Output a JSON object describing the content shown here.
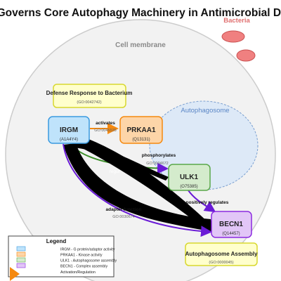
{
  "title": "IRGM Governs Core Autophagy Machinery in Antimicrobial Defense",
  "compartments": {
    "cell_membrane": "Cell membrane",
    "autophagosome": "Autophagosome",
    "bacteria": "Bacteria"
  },
  "nodes": {
    "irgm": {
      "name": "IRGM",
      "id": "(A1A4Y4)"
    },
    "prkaa1": {
      "name": "PRKAA1",
      "id": "(Q13131)"
    },
    "ulk1": {
      "name": "ULK1",
      "id": "(O75385)"
    },
    "becn1": {
      "name": "BECN1",
      "id": "(Q14457)"
    },
    "defense": {
      "name": "Defense Response to Bacterium",
      "id": "(GO:0042742)"
    },
    "assembly": {
      "name": "Autophagosome Assembly",
      "id": "(GO:0000045)"
    }
  },
  "edges": {
    "activates": {
      "label": "activates",
      "go": "GO:0045535"
    },
    "phosphorylates": {
      "label": "phosphorylates",
      "go": "GO:0004672"
    },
    "positively_regulates": {
      "label": "positively regulates"
    },
    "adapter_function": {
      "label": "adapter function",
      "go": "GO:0030674"
    },
    "ulk1_partial": {
      "label": "regul"
    }
  },
  "legend": {
    "title": "Legend",
    "items": [
      {
        "label": "IRGM - G protein/adaptor activity",
        "color": "#bfe3fb"
      },
      {
        "label": "PRKAA1 - Kinase activity",
        "color": "#fdd5a8"
      },
      {
        "label": "ULK1 - Autophagosome assembly",
        "color": "#d4ebcc"
      },
      {
        "label": "BECN1 - Complex assembly",
        "color": "#e2c6f7"
      }
    ],
    "arrow_label": "Activation/Regulation"
  },
  "colors": {
    "irgm": "#bfe3fb",
    "prkaa1": "#fdd5a8",
    "ulk1": "#d4ebcc",
    "becn1": "#e2c6f7",
    "go_box": "#ffffcc",
    "arrow_orange": "#f5890f",
    "arrow_purple": "#6a1bd6",
    "arrow_green": "#3c8f2a",
    "bacteria": "#f08080"
  }
}
